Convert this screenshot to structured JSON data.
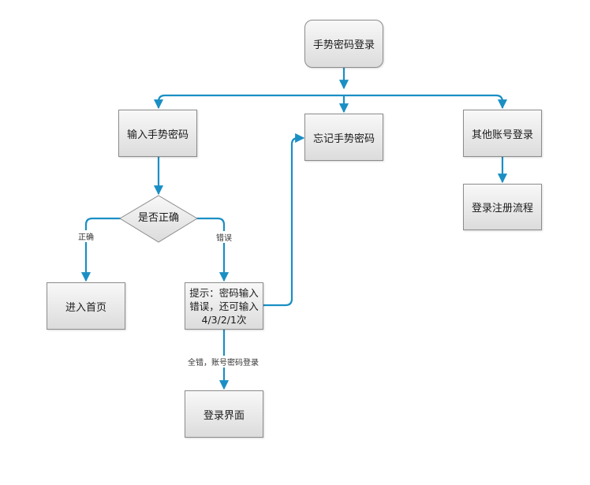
{
  "nodes": {
    "start": "手势密码登录",
    "input_gesture": "输入手势密码",
    "forgot_gesture": "忘记手势密码",
    "other_account": "其他账号登录",
    "is_correct": "是否正确",
    "enter_home": "进入首页",
    "hint_line1": "提示：密码输入",
    "hint_line2": "错误，还可输入",
    "hint_line3": "4/3/2/1次",
    "login_register": "登录注册流程",
    "login_page": "登录界面"
  },
  "edge_labels": {
    "correct": "正确",
    "wrong": "错误",
    "all_wrong": "全错，账号密码登录"
  },
  "colors": {
    "connector": "#1a8fc4",
    "box_border": "#8c8c8c",
    "box_fill_top": "#f8f8f8",
    "box_fill_bottom": "#dcdcdc"
  }
}
